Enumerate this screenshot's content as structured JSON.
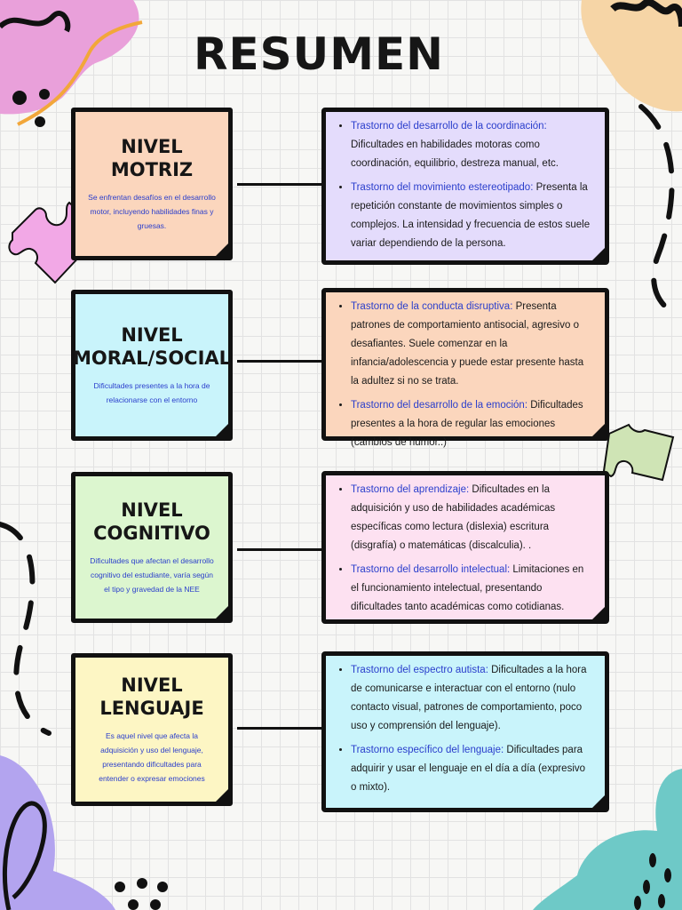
{
  "title": "RESUMEN",
  "colors": {
    "orange": "#fbd6bd",
    "purple": "#e4dcfc",
    "cyan": "#c9f4fb",
    "green": "#dcf6cf",
    "yellow": "#fdf6c4",
    "pink": "#fde1f1",
    "link": "#2a3ecc"
  },
  "levels": [
    {
      "title": "NIVEL\nMOTRIZ",
      "description": "Se enfrentan desafíos en el desarrollo motor, incluyendo habilidades finas y gruesas.",
      "items": [
        {
          "term": "Trastorno del desarrollo de la coordinación:",
          "text": "Dificultades en habilidades motoras como coordinación, equilibrio, destreza manual, etc."
        },
        {
          "term": "Trastorno del movimiento estereotipado:",
          "text": "Presenta la repetición constante de movimientos simples o complejos. La intensidad y frecuencia de estos suele variar dependiendo de la persona."
        }
      ]
    },
    {
      "title": "NIVEL\nMORAL/SOCIAL",
      "description": "Dificultades presentes a la hora de relacionarse con el entorno",
      "items": [
        {
          "term": "Trastorno de la conducta disruptiva:",
          "text": "Presenta patrones de comportamiento antisocial, agresivo o desafiantes. Suele comenzar en la infancia/adolescencia y puede estar presente hasta la adultez si no se trata."
        },
        {
          "term": "Trastorno del desarrollo de la emoción:",
          "text": "Dificultades presentes a la hora de regular las emociones (cambios de humor..)"
        }
      ]
    },
    {
      "title": "NIVEL\nCOGNITIVO",
      "description": "Dificultades que afectan el desarrollo cognitivo del estudiante, varía según el tipo y gravedad de la NEE",
      "items": [
        {
          "term": "Trastorno del aprendizaje:",
          "text": "Dificultades en la adquisición y uso de habilidades académicas específicas como lectura (dislexia) escritura (disgrafía) o matemáticas (discalculia). ."
        },
        {
          "term": "Trastorno del desarrollo intelectual:",
          "text": "Limitaciones en el funcionamiento intelectual, presentando dificultades tanto académicas como cotidianas."
        }
      ]
    },
    {
      "title": "NIVEL\nLENGUAJE",
      "description": "Es aquel nivel que afecta la adquisición y uso del lenguaje, presentando dificultades para entender o expresar emociones",
      "items": [
        {
          "term": "Trastorno del espectro autista:",
          "text": "Dificultades a la hora de comunicarse e interactuar con el entorno (nulo contacto visual, patrones de comportamiento, poco uso y comprensión del lenguaje)."
        },
        {
          "term": "Trastorno específico del lenguaje:",
          "text": "Dificultades para adquirir y usar el lenguaje en el día a día (expresivo o mixto)."
        }
      ]
    }
  ]
}
